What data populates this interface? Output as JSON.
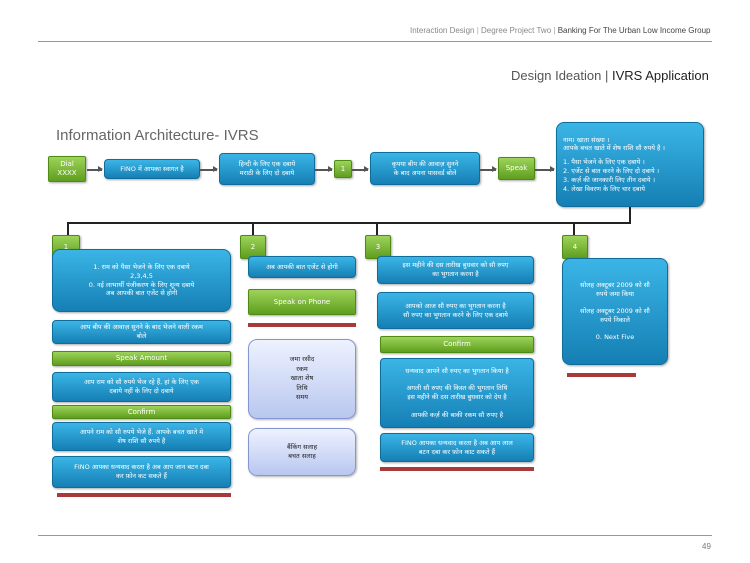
{
  "header": {
    "crumb1": "Interaction Design",
    "crumb2": "Degree Project Two",
    "crumb3": "Banking For The Urban Low Income Group"
  },
  "subtitle": {
    "part1": "Design Ideation",
    "part2": "IVRS Application"
  },
  "title": "Information Architecture- IVRS",
  "flow": {
    "dial": "Dial\nXXXX",
    "welcome": "FINO में आपका  स्वागत है",
    "lang": "हिन्दी के  लिए एक दबाये\nमराठी के  लिए  दो दबाये",
    "step1": "1",
    "beep": "कृपया बीप की आवाज़  सुनने\nके  बाद अपना पासवर्ड बोले",
    "speak": "Speak",
    "menu_l1": "नाम। खाता  संख्या ।",
    "menu_l2": "आपके बचत  खाते में शेष राशि सौ रुपये है ।",
    "menu_items": [
      "1.     पैसा भेजने के  लिए एक दबाये ।",
      "2.     एजेंट से बात करने के  लिए  दो दबाये ।",
      "3.     कर्ज़ की  जानकारी  लिए तीन दबाये ।",
      "4.     लेखा  विवरण के  लिए चार  दबाये"
    ]
  },
  "branches": {
    "b1": {
      "num": "1",
      "box1": "1. राम को पैसा भेजने के  लिए एक दबाये\n2,3,4,5\n0. नई  लाभार्थी  पंजीकरण के  लिए शून्य  दबाये\nअब आपकी बात एजेंट से होगी",
      "box2": "आप बीप की आवाज़ सुनने के  बाद  भेजने वाली  रकम\nबोले",
      "speak_amount": "Speak Amount",
      "box3": "आप राम को सौ रुपये भेज  रहे  हैं,  हां के  लिए एक\nदबाये नहीं के  लिए दो दबाये",
      "confirm": "Confirm",
      "box4": "आपने राम को सौ रुपये भेजे हैं.  आपके बचत  खाते मे\nशेष राशि सौ रुपये है",
      "box5": "FINO आपका धन्यवाद करता है अब आप जान बटन दबा\nकर फ़ोन कट  सकते हैं"
    },
    "b2": {
      "num": "2",
      "box1": "अब आपकी बात एजेंट से होगी",
      "speak_phone": "Speak on Phone",
      "lav1": "जमा  रसीद\nरकम\nखाता  शेष\nतिथि\nसमय",
      "lav2": "बैंकिंग  सलाह\nबचत सलाह"
    },
    "b3": {
      "num": "3",
      "box1": "इस महीने  की  दस तारीख बुधवार को सौ  रुपए\nका भुगतान करना है",
      "box2": "आपको आज सौ  रुपए  का भुगतान करना है\nसौ  रुपए  का भुगतान करने के लिए एक दबाये",
      "confirm": "Confirm",
      "box3": "धन्यवाद आपने सौ  रुपए  का भुगतान किया है\n\nअगली सौ रुपए की किस्त की भुगतान तिथि\nइस महीने  की  दस तारीख बुधवार को देय है\n\nआपकी कर्ज़ की बाकी रकम सौ रुपए है",
      "box4": "FINO आपका धन्यवाद करता है अब आप लाल\nबटन दबा कर फ़ोन काट  सकते हैं"
    },
    "b4": {
      "num": "4",
      "box1": "सोलह  अक्टूबर  2009 को सौ\nरुपये जमा किया\n\nसोलह  अक्टूबर  2009 को सौ\nरुपये  निकाले\n\n0. Next  Five"
    }
  },
  "page_number": "49"
}
